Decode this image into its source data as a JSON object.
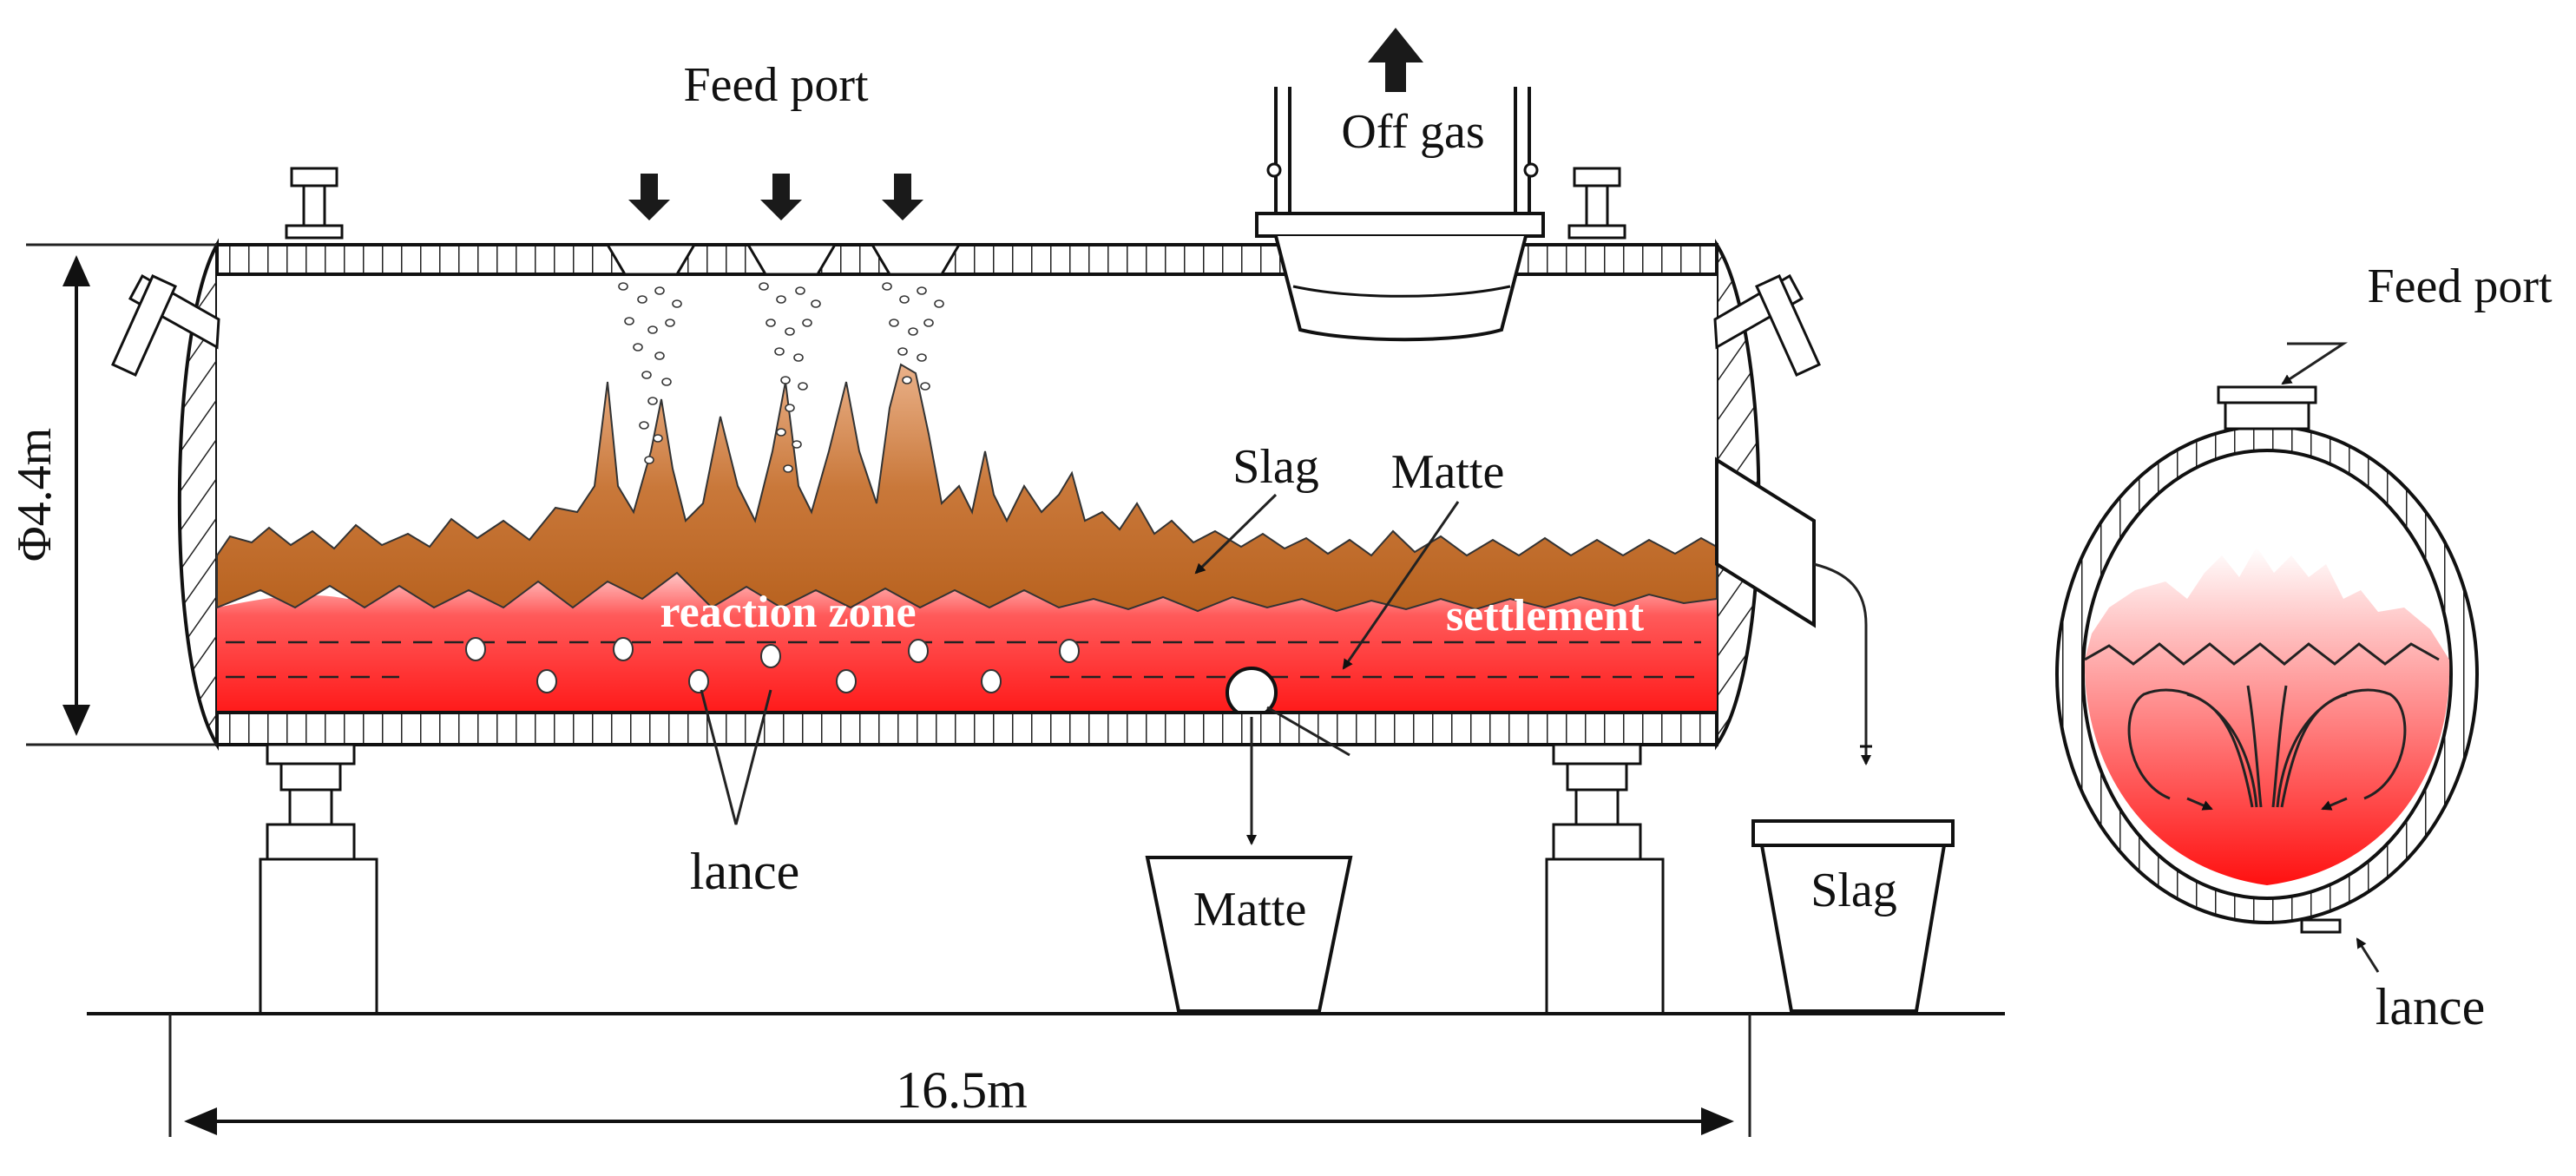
{
  "labels": {
    "feed_port_top": "Feed port",
    "off_gas": "Off gas",
    "diameter": "Φ4.4m",
    "slag": "Slag",
    "matte": "Matte",
    "reaction_zone": "reaction zone",
    "settlement": "settlement",
    "lance": "lance",
    "matte_pot": "Matte",
    "slag_pot": "Slag",
    "length": "16.5m",
    "feed_port_side": "Feed port",
    "lance_side": "lance"
  },
  "colors": {
    "slag": "#c06a24",
    "slag_light": "#e8a36a",
    "matte_bright": "#ff2020",
    "matte_light": "#ffd6d6",
    "outline": "#111111",
    "arrow_fill": "#1a1a1a"
  }
}
